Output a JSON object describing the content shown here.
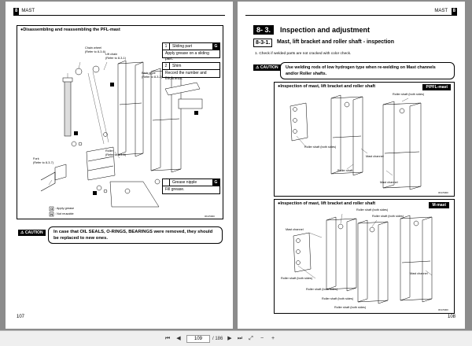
{
  "left_page": {
    "chapter_num": "8",
    "chapter_title": "MAST",
    "figure_title": "●Disassembling and reassembling the PFL-mast",
    "callouts": {
      "chain_wheel": "Chain wheel\n(Refer to 8-3-6)",
      "lift_chain": "Lift chain\n(Refer to 8-3-1)",
      "back_shoe": "Back shoe\n(Refer to 8-3-2)",
      "roller": "Roller\n(Refer to 8-3-6)",
      "fork": "Fork\n(Refer to 8-3-7)"
    },
    "notes": [
      {
        "num": "1",
        "title": "Sliding part",
        "tag": "G",
        "text": "Apply grease on a sliding part."
      },
      {
        "num": "2",
        "title": "Shim",
        "tag": "",
        "text": "Record the number and thickness."
      },
      {
        "num": "",
        "title": "Grease nipple",
        "tag": "G",
        "text": "Fill grease."
      }
    ],
    "legend": [
      {
        "symbol": "G",
        "label": ": Apply grease"
      },
      {
        "symbol": "N",
        "label": ": Not reusable"
      }
    ],
    "fig_code": "0K1/5000",
    "caution_label": "CAUTION",
    "caution_text": "In case that OIL SEALS, O-RINGS, BEARINGS were removed, they should be replaced to new ones.",
    "page_number": "107"
  },
  "right_page": {
    "chapter_num": "8",
    "chapter_title": "MAST",
    "section_num": "8- 3.",
    "section_title": "Inspection and adjustment",
    "sub_num": "8-3-1.",
    "sub_title": "Mast, lift bracket and roller shaft - inspection",
    "check_text": "1. Check if welded parts are not cracked with color check.",
    "caution_label": "CAUTION",
    "caution_text": "Use welding rods of low hydrogen type when re-welding on Mast channels and/or Roller shafts.",
    "fig1": {
      "title": "●Inspection of mast, lift bracket and roller shaft",
      "tag": "P/PFL-mast",
      "labels": {
        "roller_shaft_top": "Roller shaft (both sides)",
        "roller_shaft_left": "Roller shaft (both sides)",
        "mast_channel": "Mast channel",
        "roller_shaft_mid": "Roller shaft",
        "mast_channel_low": "Mast channel"
      },
      "code": "0K1/5000"
    },
    "fig2": {
      "title": "●Inspection of mast, lift bracket and roller shaft",
      "tag": "M-mast",
      "labels": {
        "roller_shaft_top1": "Roller shaft (both sides)",
        "roller_shaft_top2": "Roller shaft (both sides)",
        "mast_channel_left": "Mast channel",
        "mast_channel_right": "Mast channel",
        "roller_shaft_l1": "Roller shaft (both sides)",
        "roller_shaft_l2": "Roller shaft (both sides)",
        "roller_shaft_l3": "Roller shaft (both sides)",
        "roller_shaft_l4": "Roller shaft (both sides)"
      },
      "code": "0K1/5000"
    },
    "page_number": "108"
  },
  "toolbar": {
    "page_current": "109",
    "page_total": "/ 186",
    "icons": [
      "first-page-icon",
      "prev-page-icon",
      "next-page-icon",
      "last-page-icon",
      "fit-page-icon",
      "zoom-out-icon",
      "zoom-in-icon"
    ]
  }
}
